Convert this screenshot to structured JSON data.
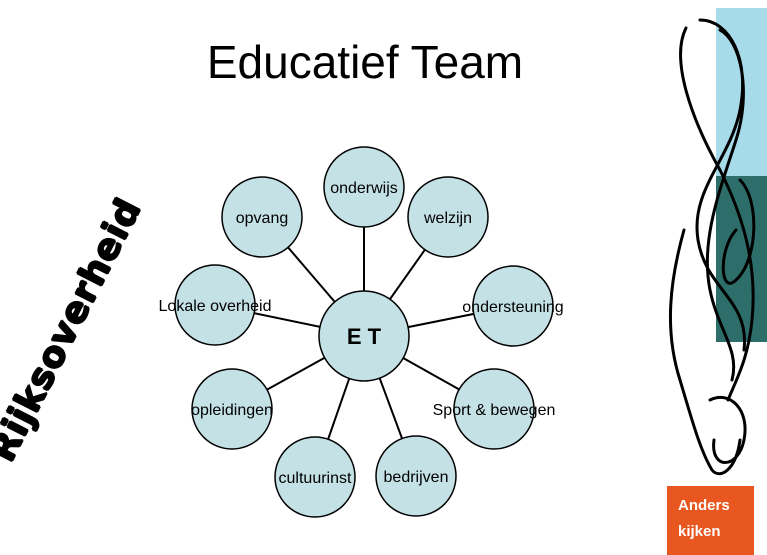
{
  "title": "Educatief Team",
  "side_label": "Rijksoverheid",
  "center_label": "E T",
  "nodes": [
    "onderwijs",
    "welzijn",
    "ondersteuning",
    "Sport & bewegen",
    "bedrijven",
    "cultuurinst",
    "opleidingen",
    "Lokale overheid",
    "opvang"
  ],
  "anders_button": {
    "line1": "Anders",
    "line2": "kijken"
  },
  "colors": {
    "node_fill": "#c4e1e5",
    "panel_light": "#a8dbe9",
    "panel_dark": "#2e6e6a",
    "button": "#e8571f"
  }
}
